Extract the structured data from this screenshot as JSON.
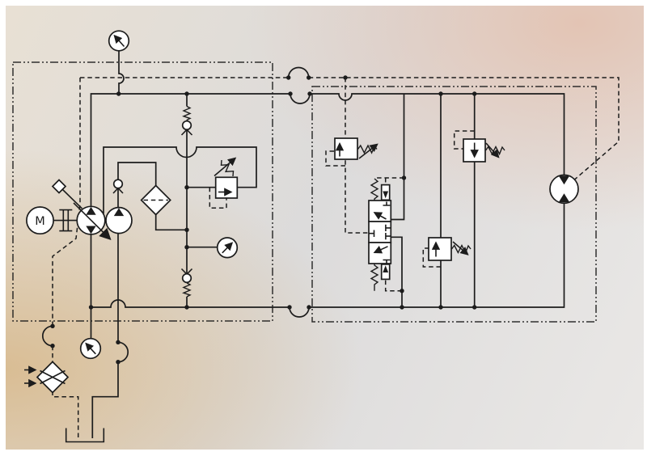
{
  "meta": {
    "description": "Hydraulic circuit schematic with a power-unit enclosure (left) and a valve-block enclosure (right)",
    "diagram_type": "hydraulic-schematic"
  },
  "labels": {
    "electric_motor": "M"
  },
  "colors": {
    "line": "#1c1c1c",
    "symbol_fill": "#ffffff",
    "frame": "#ffffff",
    "bg_top_left": "#e8e0d4",
    "bg_top_right": "#e3c4b4",
    "bg_center": "#dcdbdb",
    "bg_bottom_left": "#d9bd94",
    "bg_bottom_right": "#eae8e6"
  },
  "line_styles": {
    "flow_line": "solid",
    "pilot_drain_line": "dashed",
    "enclosure_boundary": "dash-dot-dot"
  },
  "components": [
    {
      "id": "pressure-gauge-top",
      "type": "gauge"
    },
    {
      "id": "pressure-gauge-charge",
      "type": "gauge"
    },
    {
      "id": "pressure-gauge-return",
      "type": "gauge"
    },
    {
      "id": "electric-motor",
      "type": "motor",
      "label": "M"
    },
    {
      "id": "variable-pump-with-lever",
      "type": "pump"
    },
    {
      "id": "charge-pump",
      "type": "pump"
    },
    {
      "id": "check-valve-high-line",
      "type": "check-valve"
    },
    {
      "id": "check-valve-charge",
      "type": "check-valve"
    },
    {
      "id": "check-valve-return",
      "type": "check-valve"
    },
    {
      "id": "pressure-filter",
      "type": "filter"
    },
    {
      "id": "relief-valve-left",
      "type": "relief-valve"
    },
    {
      "id": "cooler",
      "type": "heat-exchanger"
    },
    {
      "id": "reservoir",
      "type": "tank"
    },
    {
      "id": "hose-couplings",
      "type": "flexible-hose",
      "count": 2
    },
    {
      "id": "quick-couplings",
      "type": "coupling",
      "count": 3
    },
    {
      "id": "relief-valve-right",
      "type": "relief-valve"
    },
    {
      "id": "reducing-valve",
      "type": "pressure-reducing-valve"
    },
    {
      "id": "sequence-valve",
      "type": "pressure-valve"
    },
    {
      "id": "directional-valve-3pos",
      "type": "directional-control-valve"
    },
    {
      "id": "hydraulic-motor",
      "type": "hydraulic-motor"
    }
  ]
}
